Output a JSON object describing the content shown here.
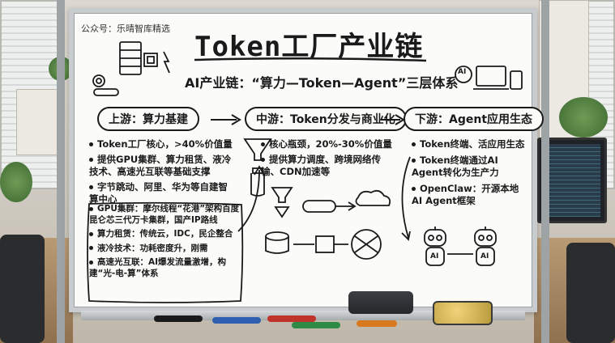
{
  "caption": "公众号：乐晴智库精选",
  "title": "Token工厂产业链",
  "subtitle": "AI产业链：“算力—Token—Agent”三层体系",
  "tiers": [
    {
      "label": "上游：算力基建"
    },
    {
      "label": "中游：Token分发与商业化"
    },
    {
      "label": "下游：Agent应用生态"
    }
  ],
  "upstream": {
    "bullets": [
      "Token工厂核心，>40%价值量",
      "提供GPU集群、算力租赁、液冷技术、高速光互联等基础支撑",
      "字节跳动、阿里、华为等自建智算中心"
    ],
    "details": [
      "GPU集群：摩尔线程“花港”架构百度昆仑芯三代万卡集群，国产IP路线",
      "算力租赁：传统云，IDC，民企整合",
      "液冷技术：功耗密度升，刚需",
      "高速光互联：AI爆发流量激增，构建“光-电-算”体系"
    ]
  },
  "midstream": {
    "bullets": [
      "核心瓶颈，20%-30%价值量",
      "提供算力调度、跨境网络传输、CDN加速等"
    ]
  },
  "downstream": {
    "bullets": [
      "Token终端、活应用生态",
      "Token终端通过AI Agent转化为生产力",
      "OpenClaw：开源本地AI Agent框架"
    ],
    "robot_labels": [
      "AI",
      "AI"
    ],
    "device_label": "AI"
  },
  "icons": [
    "server-rack-icon",
    "chip-icon",
    "lightning-icon",
    "gear-icon",
    "pipe-icon",
    "robot-icon",
    "cloud-icon",
    "devices-icon",
    "funnel-icon",
    "bottle-icon",
    "network-icon",
    "database-icon"
  ],
  "colors": {
    "ink": "#1a1a1a",
    "board": "#fbfbf9",
    "frame": "#c8ccce",
    "marker_red": "#c0332b",
    "marker_blue": "#2f5fb0",
    "marker_green": "#2f8a45"
  }
}
